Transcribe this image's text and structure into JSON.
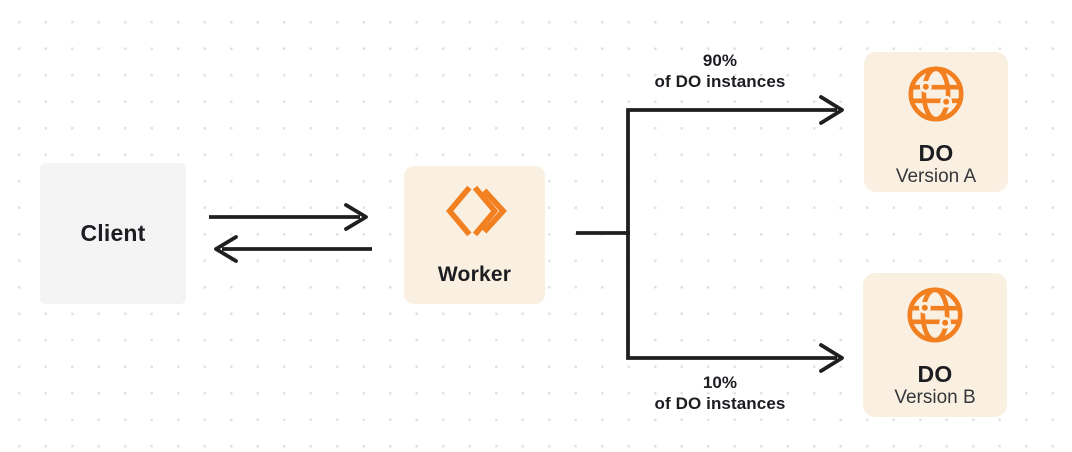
{
  "nodes": {
    "client": {
      "label": "Client"
    },
    "worker": {
      "label": "Worker",
      "icon": "cloudflare-workers-icon"
    },
    "do_version_a": {
      "title": "DO",
      "subtitle": "Version A",
      "icon": "durable-object-globe-icon"
    },
    "do_version_b": {
      "title": "DO",
      "subtitle": "Version B",
      "icon": "durable-object-globe-icon"
    }
  },
  "labels": {
    "branch_top": {
      "percent": "90%",
      "caption": "of DO instances"
    },
    "branch_bottom": {
      "percent": "10%",
      "caption": "of DO instances"
    }
  },
  "colors": {
    "accent_orange": "#f28021",
    "node_cream": "#faf0e2",
    "node_gray": "#f4f4f5",
    "arrow": "#1f1f21",
    "dot_grid": "#e3e2e5",
    "text": "#1b1d21",
    "subtext": "#35373b"
  }
}
